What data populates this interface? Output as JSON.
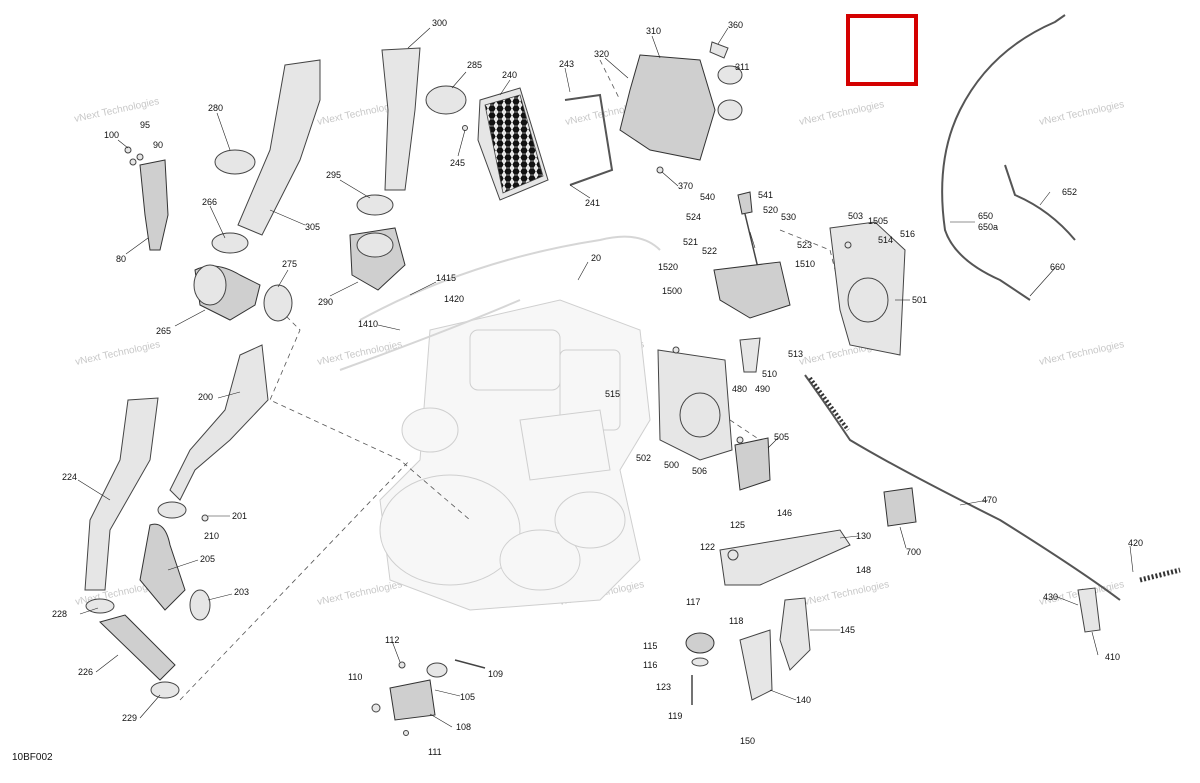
{
  "diagram": {
    "code": "10BF002",
    "watermark": "vNext Technologies",
    "highlight_color": "#d40000",
    "labels": [
      "300",
      "285",
      "310",
      "360",
      "311",
      "320",
      "243",
      "240",
      "280",
      "100",
      "95",
      "90",
      "245",
      "370",
      "295",
      "266",
      "305",
      "80",
      "275",
      "265",
      "290",
      "241",
      "540",
      "541",
      "520",
      "530",
      "524",
      "521",
      "522",
      "523",
      "503",
      "1505",
      "514",
      "516",
      "1520",
      "1510",
      "1500",
      "501",
      "652",
      "650",
      "650a",
      "660",
      "20",
      "1415",
      "1420",
      "1410",
      "200",
      "224",
      "201",
      "210",
      "205",
      "203",
      "228",
      "226",
      "229",
      "505",
      "506",
      "500",
      "502",
      "515",
      "480",
      "490",
      "510",
      "513",
      "470",
      "700",
      "420",
      "430",
      "410",
      "125",
      "122",
      "146",
      "130",
      "148",
      "117",
      "118",
      "115",
      "116",
      "123",
      "119",
      "145",
      "140",
      "150",
      "112",
      "110",
      "109",
      "105",
      "108",
      "111"
    ]
  }
}
